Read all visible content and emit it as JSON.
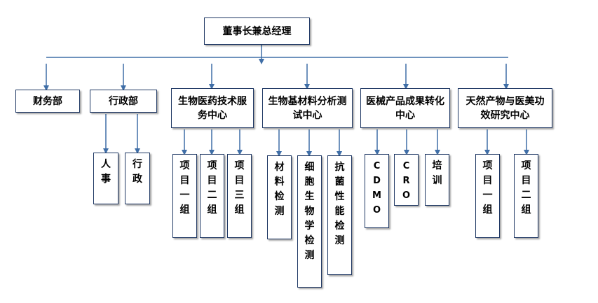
{
  "ceo": "董事长兼总经理",
  "departments": [
    {
      "label": "财务部"
    },
    {
      "label": "行政部",
      "subs": [
        "人事",
        "行政"
      ]
    },
    {
      "label": "生物医药技术服务中心",
      "subs": [
        "项目一组",
        "项目二组",
        "项目三组"
      ]
    },
    {
      "label": "生物基材料分析测试中心",
      "subs": [
        "材料检测",
        "细胞生物学检测",
        "抗菌性能检测"
      ]
    },
    {
      "label": "医械产品成果转化中心",
      "subs": [
        "CDMO",
        "CRO",
        "培训"
      ]
    },
    {
      "label": "天然产物与医美功效研究中心",
      "subs": [
        "项目一组",
        "项目二组"
      ]
    }
  ],
  "colors": {
    "line": "#3f6ea7",
    "border": "#1f3864"
  }
}
